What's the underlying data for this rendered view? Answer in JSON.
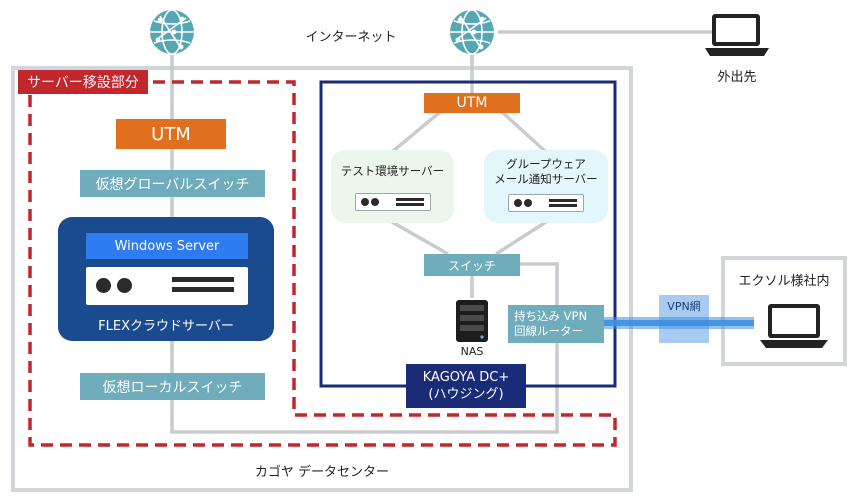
{
  "internet_label": "インターネット",
  "remote": {
    "label": "外出先"
  },
  "migration_label": "サーバー移設部分",
  "left": {
    "utm": "UTM",
    "virtual_global_switch": "仮想グローバルスイッチ",
    "windows_server": "Windows Server",
    "flex_cloud": "FLEXクラウドサーバー",
    "virtual_local_switch": "仮想ローカルスイッチ"
  },
  "dc": {
    "utm": "UTM",
    "test_server": "テスト環境サーバー",
    "groupware_server": "グループウェア\nメール通知サーバー",
    "switch": "スイッチ",
    "nas": "NAS",
    "vpn_router": "持ち込み VPN\n回線ルーター",
    "housing_line1": "KAGOYA DC+",
    "housing_line2": "(ハウジング)"
  },
  "vpn_label": "VPN網",
  "office": {
    "label": "エクソル様社内"
  },
  "datacenter_label": "カゴヤ データセンター",
  "colors": {
    "utm_orange": "#e0701e",
    "teal": "#6fadbd",
    "navy": "#1a2b78",
    "flex_blue": "#1b4b8f",
    "windows_blue": "#2e7cf0",
    "dashed_red": "#c1272d",
    "vpn_blue": "#3d8fe0"
  }
}
